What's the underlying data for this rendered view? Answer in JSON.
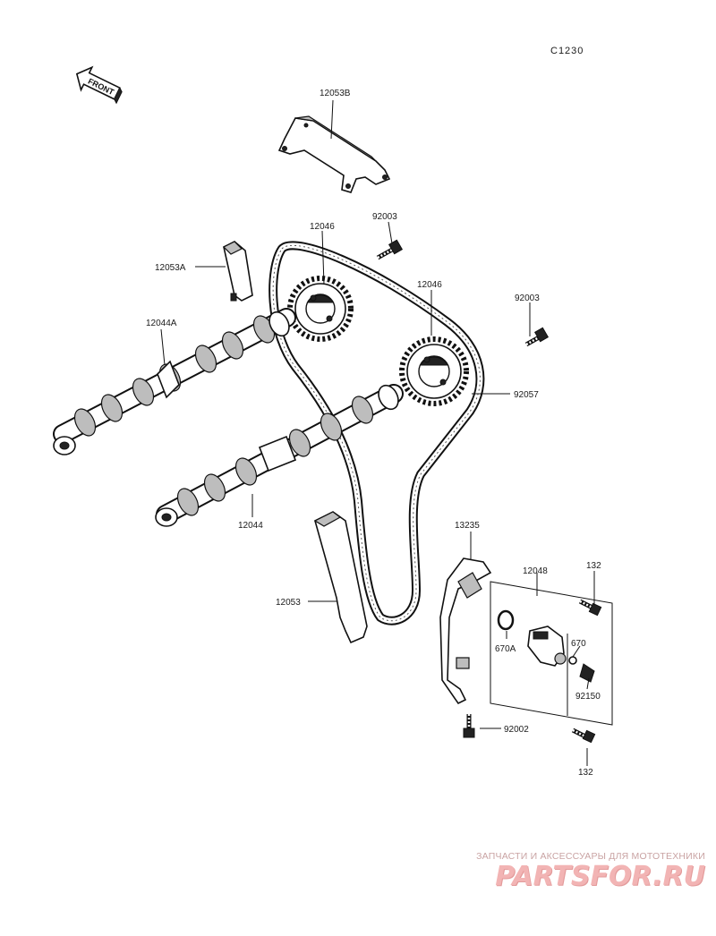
{
  "diagram": {
    "code": "C1230",
    "front_label": "FRONT",
    "labels": {
      "p12053B": "12053B",
      "p92003_top": "92003",
      "p12046_left": "12046",
      "p12053A": "12053A",
      "p12046_right": "12046",
      "p92003_right": "92003",
      "p12044A": "12044A",
      "p92057": "92057",
      "p12044": "12044",
      "p13235": "13235",
      "p12048": "12048",
      "p132_top": "132",
      "p12053": "12053",
      "p670": "670",
      "p670A": "670A",
      "p92150": "92150",
      "p92002": "92002",
      "p132_bottom": "132"
    }
  },
  "watermark": {
    "tagline": "ЗАПЧАСТИ И АКСЕССУАРЫ ДЛЯ МОТОТЕХНИКИ",
    "brand": "PARTSFOR.RU"
  }
}
